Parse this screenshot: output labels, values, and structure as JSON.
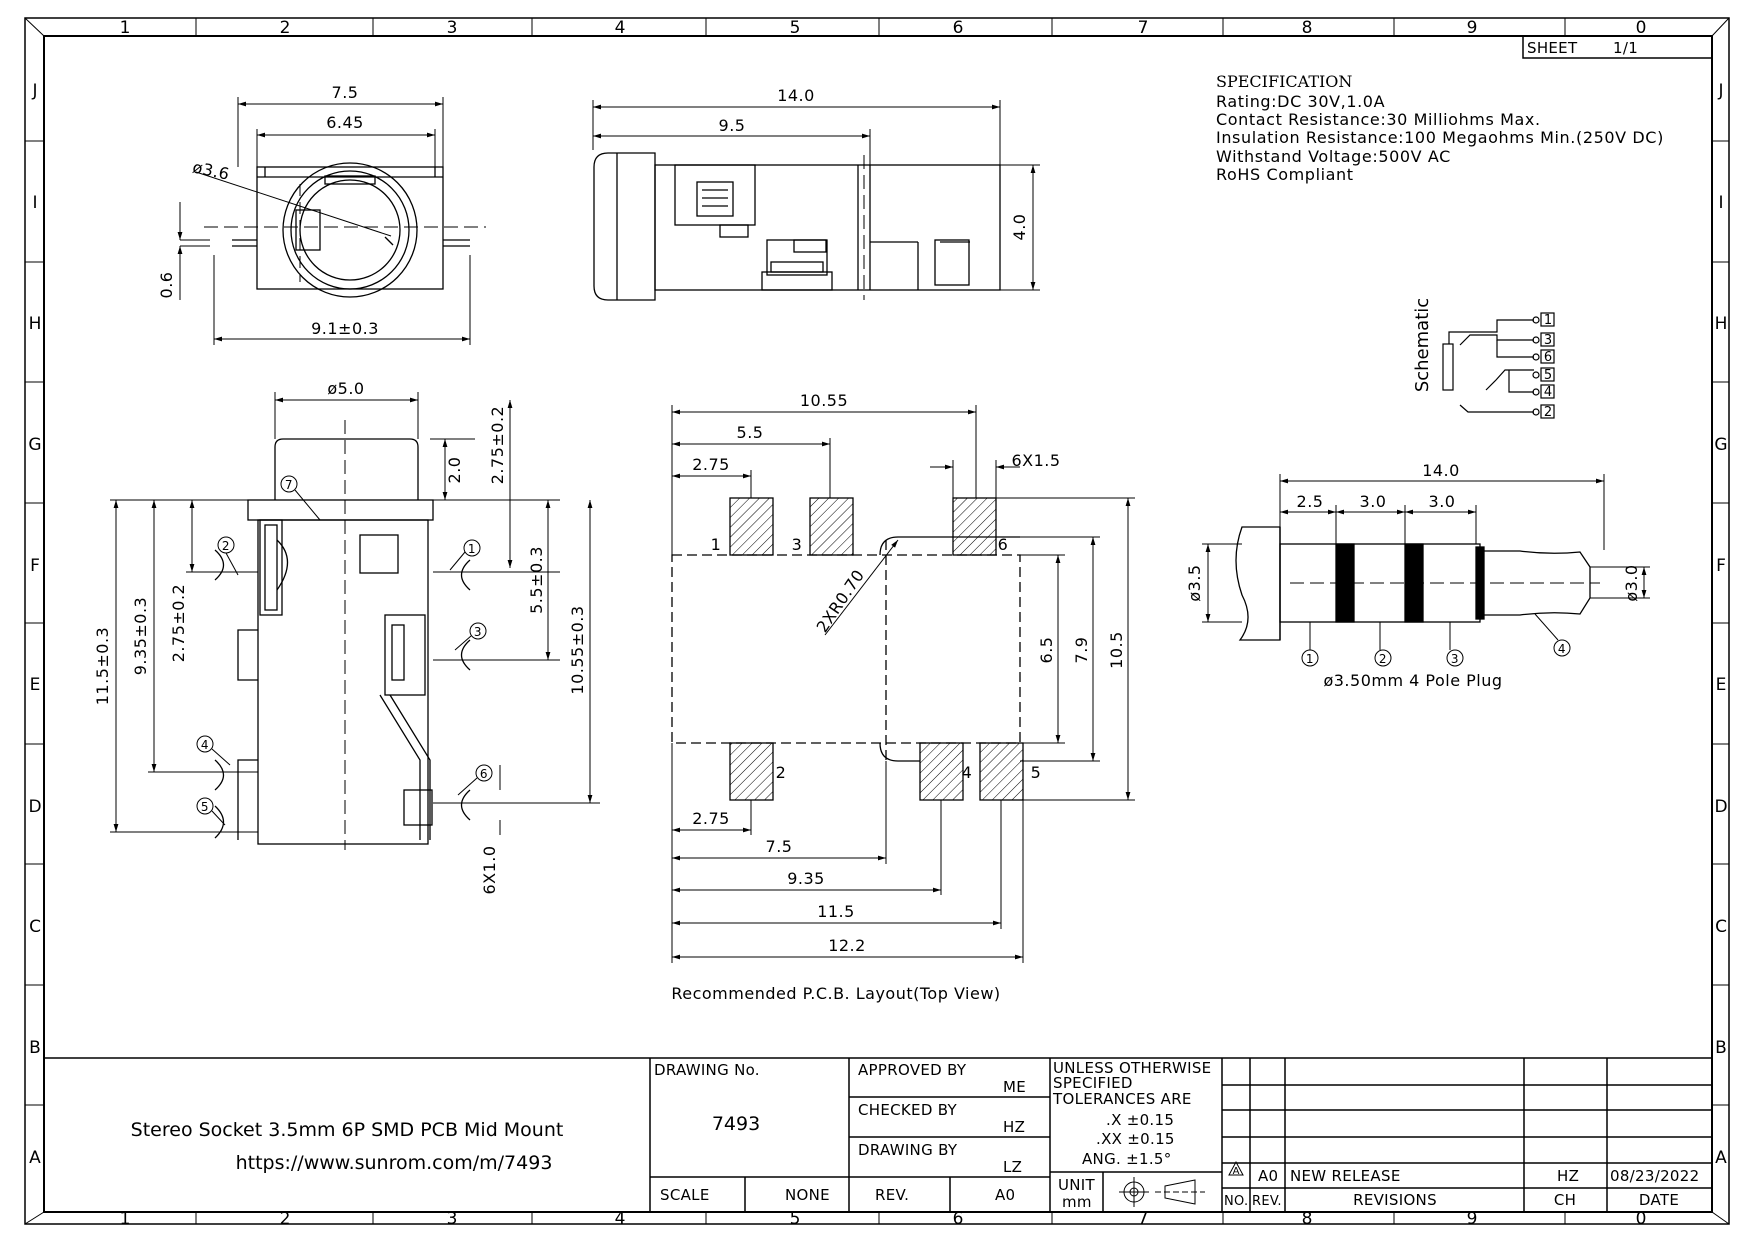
{
  "sheet": {
    "label": "SHEET",
    "value": "1/1"
  },
  "grid": {
    "columns": [
      "1",
      "2",
      "3",
      "4",
      "5",
      "6",
      "7",
      "8",
      "9",
      "0"
    ],
    "rows": [
      "J",
      "I",
      "H",
      "G",
      "F",
      "E",
      "D",
      "C",
      "B",
      "A"
    ]
  },
  "specification": {
    "heading": "SPECIFICATION",
    "lines": [
      "Rating:DC 30V,1.0A",
      "Contact Resistance:30 Milliohms Max.",
      "Insulation Resistance:100 Megaohms Min.(250V DC)",
      "Withstand Voltage:500V AC",
      "RoHS Compliant"
    ]
  },
  "front_view": {
    "w_outer": "7.5",
    "w_inner": "6.45",
    "diameter": "ø3.6",
    "offset": "0.6",
    "footprint": "9.1±0.3"
  },
  "side_view": {
    "length": "14.0",
    "body": "9.5",
    "height": "4.0"
  },
  "top_view": {
    "dia": "ø5.0",
    "h_top": "2.0",
    "h_pin": "2.75±0.2",
    "left_dims": [
      "11.5±0.3",
      "9.35±0.3",
      "2.75±0.2"
    ],
    "right_dims": [
      "5.5±0.3",
      "10.55±0.3"
    ],
    "bottom_dim": "6X1.0",
    "pins": [
      "7",
      "2",
      "1",
      "3",
      "4",
      "6",
      "5"
    ]
  },
  "pcb": {
    "top_dims": [
      "10.55",
      "5.5",
      "2.75",
      "6X1.5"
    ],
    "right_dims": [
      "6.5",
      "7.9",
      "10.5"
    ],
    "radius": "2XR0.70",
    "bottom_dims": [
      "2.75",
      "7.5",
      "9.35",
      "11.5",
      "12.2"
    ],
    "pad_labels": [
      "1",
      "3",
      "6",
      "2",
      "4",
      "5"
    ],
    "caption": "Recommended P.C.B. Layout(Top View)"
  },
  "schematic": {
    "title": "Schematic",
    "pins": [
      "1",
      "3",
      "6",
      "5",
      "4",
      "2"
    ]
  },
  "plug": {
    "length": "14.0",
    "segments": [
      "2.5",
      "3.0",
      "3.0"
    ],
    "dia_left": "ø3.5",
    "dia_tip": "ø3.0",
    "pole_numbers": [
      "1",
      "2",
      "3",
      "4"
    ],
    "caption": "ø3.50mm 4 Pole Plug"
  },
  "title_block": {
    "description": "Stereo Socket 3.5mm 6P SMD PCB Mid Mount",
    "url": "https://www.sunrom.com/m/7493",
    "drawing_no_label": "DRAWING No.",
    "drawing_no": "7493",
    "scale_label": "SCALE",
    "scale_value": "NONE",
    "approved_label": "APPROVED BY",
    "approved_value": "ME",
    "checked_label": "CHECKED BY",
    "checked_value": "HZ",
    "drawing_by_label": "DRAWING BY",
    "drawing_by_value": "LZ",
    "rev_label": "REV.",
    "rev_value": "A0",
    "tol_lines": [
      "UNLESS OTHERWISE",
      "SPECIFIED",
      "TOLERANCES ARE"
    ],
    "tol_x": ".X  ±0.15",
    "tol_xx": ".XX  ±0.15",
    "tol_ang": "ANG.  ±1.5°",
    "unit_label": "UNIT",
    "unit_value": "mm",
    "revisions": {
      "row": {
        "no": "A",
        "rev": "A0",
        "desc": "NEW RELEASE",
        "ch": "HZ",
        "date": "08/23/2022"
      },
      "headers": {
        "no": "NO.",
        "rev": "REV.",
        "desc": "REVISIONS",
        "ch": "CH",
        "date": "DATE"
      }
    }
  }
}
